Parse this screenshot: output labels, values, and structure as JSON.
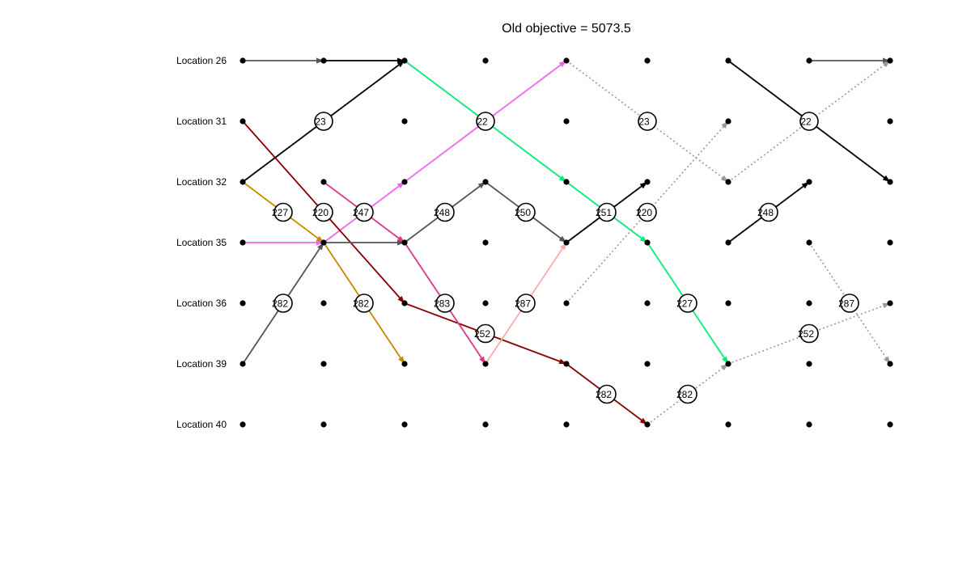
{
  "title": "Old objective = 5073.5",
  "rows": [
    "Location 26",
    "Location 31",
    "Location 32",
    "Location 35",
    "Location 36",
    "Location 39",
    "Location 40"
  ],
  "columns": 9,
  "routes": [
    {
      "color": "#555555",
      "style": "solid",
      "points": [
        [
          0,
          0
        ],
        [
          1,
          0
        ]
      ]
    },
    {
      "color": "#000000",
      "style": "solid",
      "points": [
        [
          1,
          0
        ],
        [
          2,
          0
        ]
      ]
    },
    {
      "color": "#000000",
      "style": "solid",
      "points": [
        [
          0,
          2
        ],
        [
          1,
          1
        ],
        [
          2,
          0
        ]
      ]
    },
    {
      "color": "#00ee76",
      "style": "solid",
      "points": [
        [
          2,
          0
        ],
        [
          3,
          1
        ],
        [
          4,
          2
        ]
      ]
    },
    {
      "color": "#00ee76",
      "style": "solid",
      "points": [
        [
          4,
          2
        ],
        [
          5,
          3
        ]
      ]
    },
    {
      "color": "#00ee76",
      "style": "solid",
      "points": [
        [
          5,
          3
        ],
        [
          5.5,
          4
        ],
        [
          6,
          5
        ]
      ]
    },
    {
      "color": "#ee66ee",
      "style": "solid",
      "points": [
        [
          0,
          3
        ],
        [
          1,
          3
        ]
      ]
    },
    {
      "color": "#ee66ee",
      "style": "solid",
      "points": [
        [
          1,
          3
        ],
        [
          1.5,
          2.5
        ],
        [
          2,
          2
        ]
      ]
    },
    {
      "color": "#ee66ee",
      "style": "solid",
      "points": [
        [
          2,
          2
        ],
        [
          3,
          1
        ],
        [
          4,
          0
        ]
      ]
    },
    {
      "color": "#8b0000",
      "style": "solid",
      "points": [
        [
          0,
          1
        ],
        [
          1,
          2.5
        ],
        [
          2,
          4
        ]
      ]
    },
    {
      "color": "#8b0000",
      "style": "solid",
      "points": [
        [
          2,
          4
        ],
        [
          4,
          5
        ]
      ]
    },
    {
      "color": "#8b0000",
      "style": "solid",
      "points": [
        [
          4,
          5
        ],
        [
          4.5,
          5.5
        ],
        [
          5,
          6
        ]
      ]
    },
    {
      "color": "#cc8800",
      "style": "solid",
      "points": [
        [
          0,
          2
        ],
        [
          1,
          3
        ]
      ]
    },
    {
      "color": "#cc8800",
      "style": "solid",
      "points": [
        [
          1,
          3
        ],
        [
          1.5,
          4
        ],
        [
          2,
          5
        ]
      ]
    },
    {
      "color": "#555555",
      "style": "solid",
      "points": [
        [
          0,
          5
        ],
        [
          0.5,
          4
        ],
        [
          1,
          3
        ]
      ]
    },
    {
      "color": "#555555",
      "style": "solid",
      "points": [
        [
          1,
          3
        ],
        [
          2,
          3
        ]
      ]
    },
    {
      "color": "#e0358a",
      "style": "solid",
      "points": [
        [
          1,
          2
        ],
        [
          2,
          3
        ]
      ]
    },
    {
      "color": "#e0358a",
      "style": "solid",
      "points": [
        [
          2,
          3
        ],
        [
          2.5,
          4
        ],
        [
          3,
          5
        ]
      ]
    },
    {
      "color": "#555555",
      "style": "solid",
      "points": [
        [
          2,
          3
        ],
        [
          2.5,
          2.5
        ],
        [
          3,
          2
        ]
      ]
    },
    {
      "color": "#555555",
      "style": "solid",
      "points": [
        [
          3,
          2
        ],
        [
          3.5,
          2.5
        ],
        [
          4,
          3
        ]
      ]
    },
    {
      "color": "#ffaaaa",
      "style": "solid",
      "points": [
        [
          3,
          5
        ],
        [
          3.5,
          4
        ],
        [
          4,
          3
        ]
      ]
    },
    {
      "color": "#000000",
      "style": "solid",
      "points": [
        [
          4,
          3
        ],
        [
          4.5,
          2.5
        ],
        [
          5,
          2
        ]
      ]
    },
    {
      "color": "#000000",
      "style": "solid",
      "points": [
        [
          6,
          3
        ],
        [
          6.5,
          2.5
        ],
        [
          7,
          2
        ]
      ]
    },
    {
      "color": "#000000",
      "style": "solid",
      "points": [
        [
          6,
          0
        ],
        [
          7,
          1
        ],
        [
          8,
          2
        ]
      ]
    },
    {
      "color": "#555555",
      "style": "solid",
      "points": [
        [
          7,
          0
        ],
        [
          8,
          0
        ]
      ]
    },
    {
      "color": "#999999",
      "style": "dotted",
      "points": [
        [
          4,
          0
        ],
        [
          5,
          1
        ],
        [
          6,
          2
        ]
      ]
    },
    {
      "color": "#999999",
      "style": "dotted",
      "points": [
        [
          4,
          4
        ],
        [
          5,
          2.5
        ],
        [
          6,
          1
        ]
      ]
    },
    {
      "color": "#999999",
      "style": "dotted",
      "points": [
        [
          6,
          2
        ],
        [
          7,
          1
        ],
        [
          8,
          0
        ]
      ]
    },
    {
      "color": "#999999",
      "style": "dotted",
      "points": [
        [
          5,
          6
        ],
        [
          5.5,
          5.5
        ],
        [
          6,
          5
        ]
      ]
    },
    {
      "color": "#999999",
      "style": "dotted",
      "points": [
        [
          6,
          5
        ],
        [
          7,
          4.5
        ],
        [
          8,
          4
        ]
      ]
    },
    {
      "color": "#999999",
      "style": "dotted",
      "points": [
        [
          7,
          3
        ],
        [
          7.5,
          4
        ],
        [
          8,
          5
        ]
      ]
    }
  ],
  "nodes": [
    {
      "col": 1,
      "row": 1,
      "label": "23"
    },
    {
      "col": 3,
      "row": 1,
      "label": "22"
    },
    {
      "col": 5,
      "row": 1,
      "label": "23"
    },
    {
      "col": 7,
      "row": 1,
      "label": "22"
    },
    {
      "col": 0.5,
      "row": 2.5,
      "label": "227"
    },
    {
      "col": 1,
      "row": 2.5,
      "label": "220"
    },
    {
      "col": 1.5,
      "row": 2.5,
      "label": "247"
    },
    {
      "col": 2.5,
      "row": 2.5,
      "label": "248"
    },
    {
      "col": 3.5,
      "row": 2.5,
      "label": "250"
    },
    {
      "col": 4.5,
      "row": 2.5,
      "label": "251"
    },
    {
      "col": 5,
      "row": 2.5,
      "label": "220"
    },
    {
      "col": 6.5,
      "row": 2.5,
      "label": "248"
    },
    {
      "col": 0.5,
      "row": 4,
      "label": "282"
    },
    {
      "col": 1.5,
      "row": 4,
      "label": "282"
    },
    {
      "col": 2.5,
      "row": 4,
      "label": "283"
    },
    {
      "col": 3.5,
      "row": 4,
      "label": "287"
    },
    {
      "col": 5.5,
      "row": 4,
      "label": "227"
    },
    {
      "col": 7.5,
      "row": 4,
      "label": "287"
    },
    {
      "col": 3,
      "row": 4.5,
      "label": "252"
    },
    {
      "col": 7,
      "row": 4.5,
      "label": "252"
    },
    {
      "col": 4.5,
      "row": 5.5,
      "label": "282"
    },
    {
      "col": 5.5,
      "row": 5.5,
      "label": "282"
    }
  ]
}
